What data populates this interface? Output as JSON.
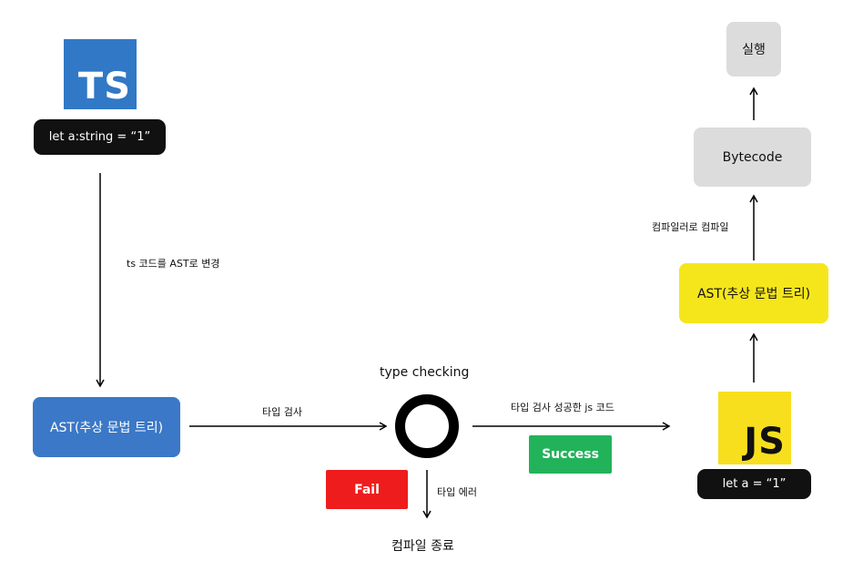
{
  "ts_logo": {
    "text": "TS",
    "color": "#3178c6"
  },
  "ts_code": "let a:string = “1”",
  "step_parse": "ts 코드를 AST로 변경",
  "ast_left": "AST(추상 문법 트리)",
  "step_typecheck": "타입 검사",
  "type_checking_title": "type checking",
  "step_success": "타입 검사 성공한 js 코드",
  "success_badge": "Success",
  "fail_badge": "Fail",
  "step_type_error": "타입 에러",
  "compile_end": "컴파일 종료",
  "js_logo": {
    "text": "JS",
    "color": "#f7df1e"
  },
  "js_code": "let a = “1”",
  "ast_right": "AST(추상 문법 트리)",
  "step_compiler": "컴파일러로 컴파일",
  "bytecode": "Bytecode",
  "execute": "실행",
  "colors": {
    "blue": "#3b78c7",
    "yellow": "#f5e61c",
    "grey": "#dcdcdc",
    "success": "#22b35a",
    "fail": "#ee1c1c",
    "code_bg": "#111111"
  }
}
